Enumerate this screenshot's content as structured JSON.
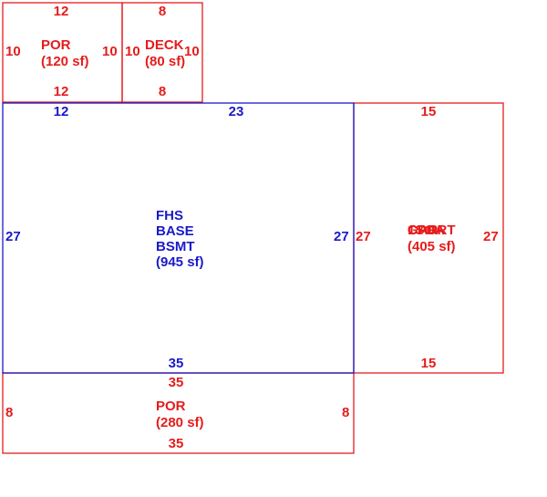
{
  "colors": {
    "addition": "#e51c1c",
    "main": "#1a1ac8",
    "background": "#ffffff"
  },
  "areas": {
    "porch_top": {
      "name": "POR",
      "area": "(120 sf)",
      "top": "12",
      "bottom": "12",
      "left": "10",
      "right": "10"
    },
    "deck": {
      "name": "DECK",
      "area": "(80 sf)",
      "top": "8",
      "bottom": "8",
      "left": "10",
      "right": "10"
    },
    "main": {
      "line1": "FHS",
      "line2": "BASE",
      "line3": "BSMT",
      "area": "(945 sf)",
      "top_left": "12",
      "top_right": "23",
      "bottom": "35",
      "left": "27",
      "right": "27"
    },
    "garage": {
      "name_a": "GAR",
      "name_b": "1SOA",
      "name_c": "CPORT",
      "area": "(405 sf)",
      "top": "15",
      "bottom": "15",
      "left": "27",
      "right": "27"
    },
    "porch_bottom": {
      "name": "POR",
      "area": "(280 sf)",
      "top": "35",
      "bottom": "35",
      "left": "8",
      "right": "8"
    }
  }
}
